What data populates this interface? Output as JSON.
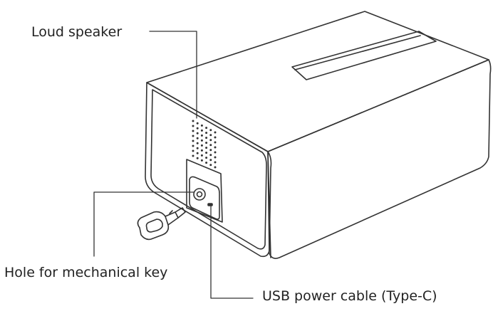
{
  "diagram": {
    "callouts": {
      "speaker": "Loud speaker",
      "key_hole": "Hole for mechanical key",
      "usb": "USB power cable (Type-C)"
    },
    "colors": {
      "line": "#333333",
      "background": "#ffffff"
    }
  }
}
